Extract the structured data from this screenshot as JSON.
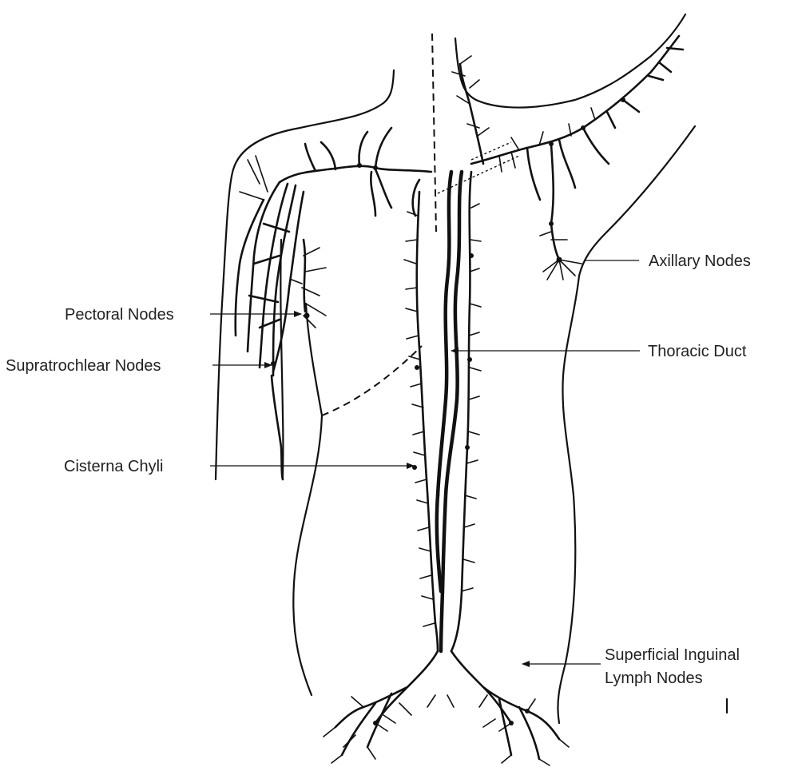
{
  "labels": {
    "axillary": "Axillary Nodes",
    "pectoral": "Pectoral Nodes",
    "thoracic": "Thoracic Duct",
    "supratrochlear": "Supratrochlear Nodes",
    "cisterna": "Cisterna Chyli",
    "inguinal_line1": "Superficial Inguinal",
    "inguinal_line2": "Lymph Nodes"
  }
}
